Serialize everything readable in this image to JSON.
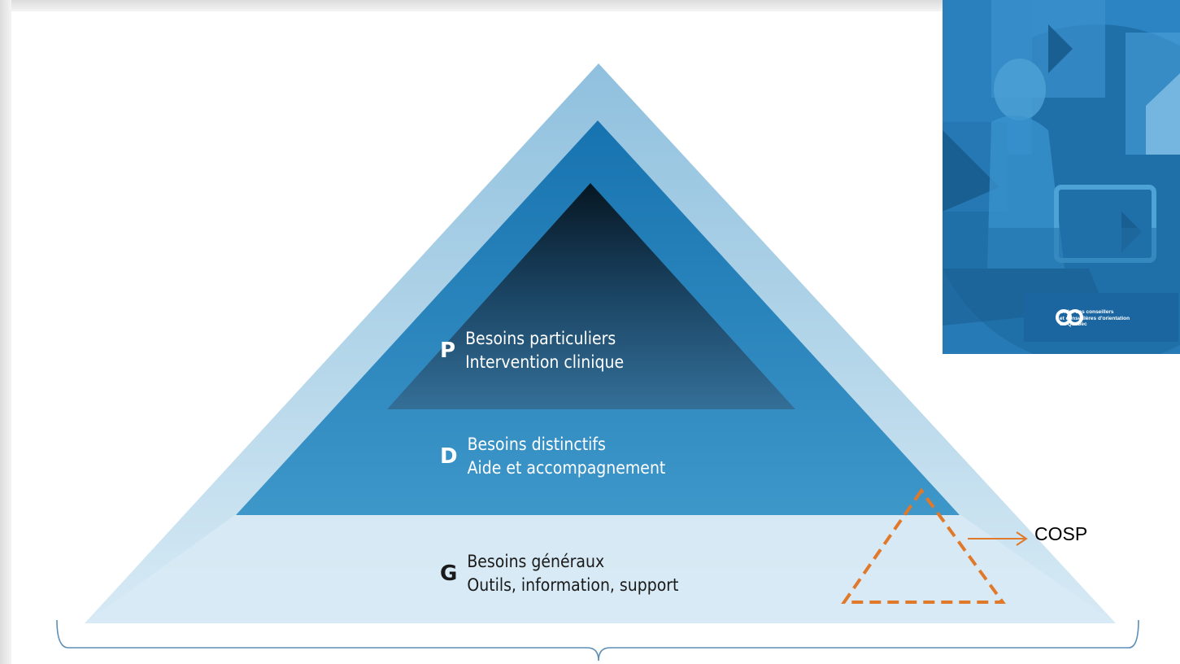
{
  "pyramid": {
    "tiers": [
      {
        "letter": "P",
        "line1": "Besoins particuliers",
        "line2": "Intervention clinique"
      },
      {
        "letter": "D",
        "line1": "Besoins distinctifs",
        "line2": "Aide et accompagnement"
      },
      {
        "letter": "G",
        "line1": "Besoins généraux",
        "line2": "Outils, information, support"
      }
    ],
    "colors": {
      "outer": "#a8cde3",
      "middle": "#2a82b9",
      "inner_top": "#0a1e2e",
      "inner_bottom": "#2f6a92",
      "base": "#d9ebf5",
      "highlight": "#e07a2a"
    }
  },
  "annotation": {
    "label": "COSP"
  },
  "cover": {
    "logo_mark": "CO",
    "logo_line1": "Ordre des conseillers",
    "logo_line2": "et conseillères d'orientation",
    "logo_line3": "du Québec"
  }
}
